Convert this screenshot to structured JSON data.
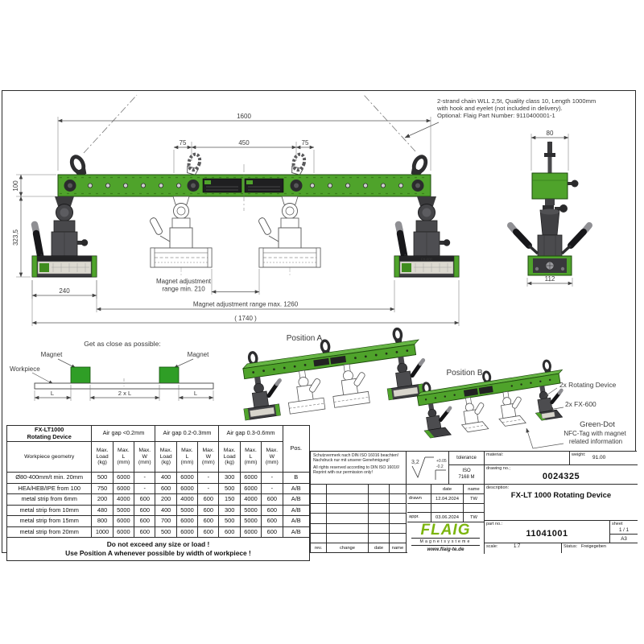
{
  "colors": {
    "beam_green": "#4fa32b",
    "beam_green_dark": "#1d4a0c",
    "part_gray": "#4c4c4f",
    "logo_green": "#7cb50e"
  },
  "chain_note": {
    "line1": "2-strand chain WLL 2,5t, Quality class 10, Length 1000mm",
    "line2": "with hook and eyelet (not included in delivery).",
    "line3": "Optional: Flaig Part Number: 9110400001-1"
  },
  "front_view": {
    "dim_overall": "1600",
    "dim_left": "75",
    "dim_center": "450",
    "dim_right": "75",
    "dim_beam_height": "100",
    "dim_unit_height": "323,5",
    "dim_magnet_width": "240",
    "adj_min_line1": "Magnet adjustment",
    "adj_min_line2": "range min. 210",
    "adj_max": "Magnet adjustment range max. 1260",
    "dim_total": "( 1740 )",
    "unit_label": "FX-600"
  },
  "side_view": {
    "dim_width": "80",
    "dim_base": "112"
  },
  "close_diagram": {
    "title": "Get as close as possible:",
    "magnet_left": "Magnet",
    "magnet_right": "Magnet",
    "workpiece": "Workpiece",
    "dim_l_left": "L",
    "dim_center": "2 x L",
    "dim_l_right": "L"
  },
  "positions": {
    "a_label": "Position A",
    "b_label": "Position B",
    "callout_rotating": "2x Rotating Device",
    "callout_fx600": "2x FX-600",
    "nfc_line1": "Green-Dot",
    "nfc_line2": "NFC-Tag with magnet",
    "nfc_line3": "related information"
  },
  "spec_table": {
    "device_line1": "FX-LT1000",
    "device_line2": "Rotating Device",
    "air_gap_headers": [
      "Air gap <0.2mm",
      "Air gap 0.2-0.3mm",
      "Air gap 0.3-0.6mm"
    ],
    "pos_header": "Pos.",
    "workpiece_header": "Workpiece geometry",
    "sub_load": [
      "Max.",
      "Load",
      "(kg)"
    ],
    "sub_l": [
      "Max.",
      "L",
      "(mm)"
    ],
    "sub_w": [
      "Max.",
      "W",
      "(mm)"
    ],
    "rows": [
      {
        "geometry": "Ø80-400mm/t min. 20mm",
        "values": [
          "500",
          "6000",
          "-",
          "400",
          "6000",
          "-",
          "300",
          "6000",
          "-"
        ],
        "pos": "B"
      },
      {
        "geometry": "HEA/HEB/IPE from 100",
        "values": [
          "750",
          "6000",
          "-",
          "600",
          "6000",
          "-",
          "500",
          "6000",
          "-"
        ],
        "pos": "A/B"
      },
      {
        "geometry": "metal strip from 6mm",
        "values": [
          "200",
          "4000",
          "600",
          "200",
          "4000",
          "600",
          "150",
          "4000",
          "600"
        ],
        "pos": "A/B"
      },
      {
        "geometry": "metal strip from 10mm",
        "values": [
          "480",
          "5000",
          "600",
          "400",
          "5000",
          "600",
          "300",
          "5000",
          "600"
        ],
        "pos": "A/B"
      },
      {
        "geometry": "metal strip from 15mm",
        "values": [
          "800",
          "6000",
          "600",
          "700",
          "6000",
          "600",
          "500",
          "5000",
          "600"
        ],
        "pos": "A/B"
      },
      {
        "geometry": "metal strip from 20mm",
        "values": [
          "1000",
          "6000",
          "600",
          "500",
          "6000",
          "600",
          "600",
          "6000",
          "600"
        ],
        "pos": "A/B"
      }
    ],
    "note_line1": "Do not exceed any size or load !",
    "note_line2": "Use Position A whenever possible by width of workpiece !"
  },
  "title_block": {
    "copyright_de1": "Schutzvermerk nach DIN ISO 16016 beachten!",
    "copyright_de2": "Nachdruck nur mit unserer Genehmigung!",
    "copyright_en1": "All rights reserved according to DIN ISO 16016!",
    "copyright_en2": "Reprint with our permission only!",
    "surface_value": "3,2",
    "edge_plus": "+0.05",
    "edge_minus": "-0.2",
    "tolerance_label": "tolerance",
    "tolerance_value1": "ISO",
    "tolerance_value2": "7168 M",
    "material_label": "material:",
    "weight_label": "weight:",
    "weight_value": "91.00",
    "drawing_no_label": "drawing no.;",
    "drawing_no_value": "0024325",
    "description_label": "description:",
    "description_value": "FX-LT 1000 Rotating Device",
    "date_header": "date",
    "name_header": "name",
    "drawn_label": "drawn",
    "drawn_date": "12.04.2024",
    "drawn_name": "TW",
    "appr_label": "appr.",
    "appr_date": "03.06.2024",
    "appr_name": "TW",
    "rev_label": "rev.",
    "change_label": "change",
    "date_label": "date",
    "name_label": "name",
    "logo_text": "FLAIG",
    "logo_sub": "Magnetsysteme",
    "logo_url": "www.flaig-te.de",
    "part_no_label": "part no.:",
    "part_no_value": "11041001",
    "sheet_label": "sheet",
    "sheet_value": "1 / 1",
    "format_value": "A3",
    "scale_label": "scale:",
    "scale_value": "1:7",
    "status_label": "Status:",
    "status_value": "Freigegeben"
  }
}
